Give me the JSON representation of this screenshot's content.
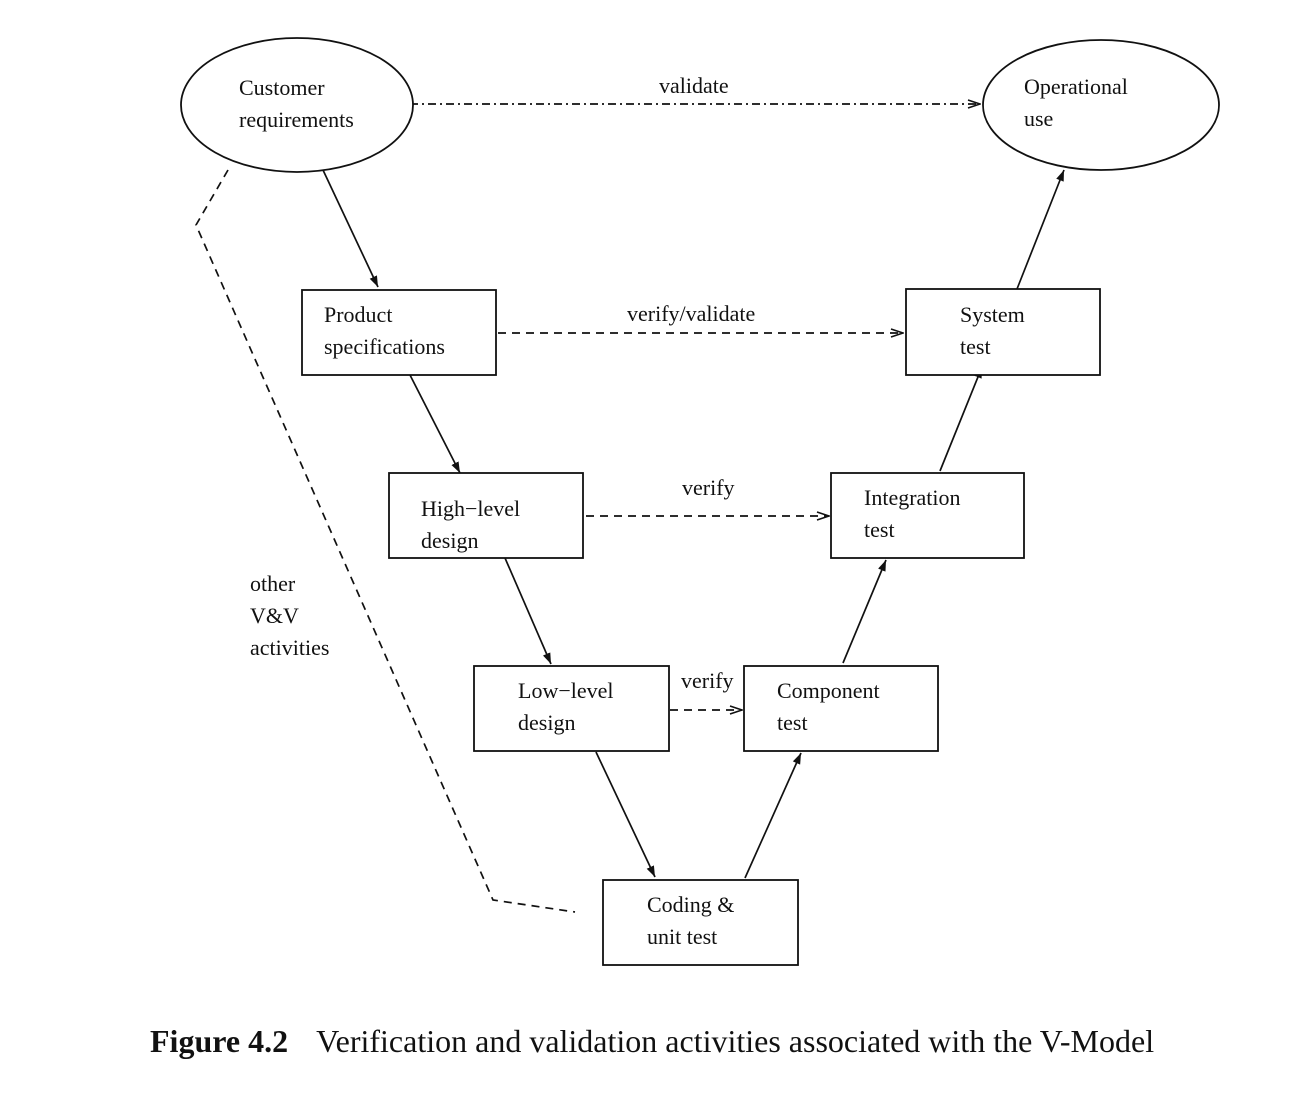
{
  "diagram": {
    "nodes": {
      "customer_requirements": [
        "Customer",
        "requirements"
      ],
      "operational_use": [
        "Operational",
        "use"
      ],
      "product_specifications": [
        "Product",
        "specifications"
      ],
      "system_test": [
        "System",
        "test"
      ],
      "high_level_design": [
        "High−level",
        "design"
      ],
      "integration_test": [
        "Integration",
        "test"
      ],
      "low_level_design": [
        "Low−level",
        "design"
      ],
      "component_test": [
        "Component",
        "test"
      ],
      "coding_unit_test": [
        "Coding &",
        "unit test"
      ]
    },
    "edge_labels": {
      "validate": "validate",
      "verify_validate": "verify/validate",
      "verify_high": "verify",
      "verify_low": "verify"
    },
    "side_note": [
      "other",
      "V&V",
      "activities"
    ]
  },
  "caption": {
    "number": "Figure 4.2",
    "text": "Verification and validation activities associated with the V-Model"
  }
}
